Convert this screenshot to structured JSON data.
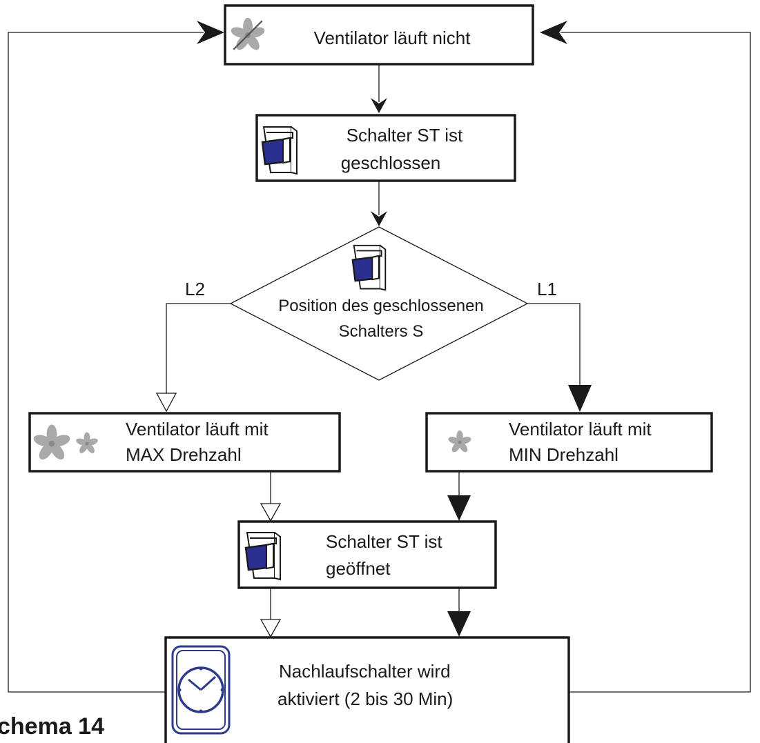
{
  "diagram": {
    "title": "chema 14",
    "nodes": {
      "fan_off": {
        "line1": "Ventilator läuft nicht"
      },
      "st_closed": {
        "line1": "Schalter ST ist",
        "line2": "geschlossen"
      },
      "decision": {
        "line1": "Position des geschlossenen",
        "line2": "Schalters S"
      },
      "fan_max": {
        "line1": "Ventilator läuft mit",
        "line2": "MAX Drehzahl"
      },
      "fan_min": {
        "line1": "Ventilator läuft mit",
        "line2": "MIN Drehzahl"
      },
      "st_open": {
        "line1": "Schalter ST ist",
        "line2": "geöffnet"
      },
      "timer": {
        "line1": "Nachlaufschalter wird",
        "line2": "aktiviert (2 bis 30 Min)"
      }
    },
    "branch_labels": {
      "left": "L2",
      "right": "L1"
    },
    "icons": [
      "fan-off-icon",
      "switch-icon",
      "fan-large-icon",
      "fan-small-icon",
      "clock-icon"
    ],
    "colors": {
      "switch_blue": "#2b2f8f",
      "clock_blue": "#2e3a8c",
      "fan_gray": "#a9a9a9",
      "line": "#1a1a1a"
    }
  }
}
